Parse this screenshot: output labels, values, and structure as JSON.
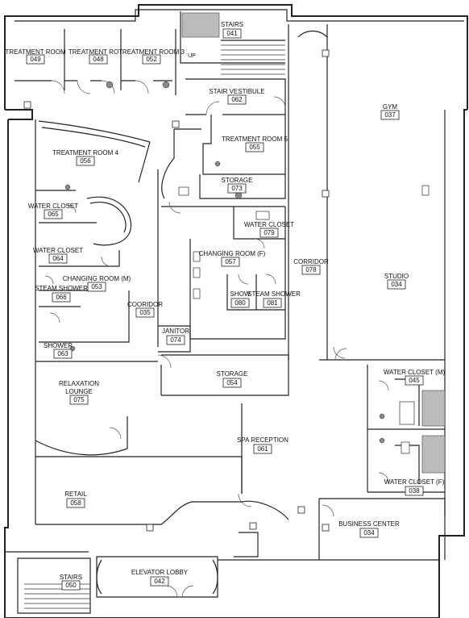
{
  "rooms": [
    {
      "key": "stairs_041",
      "name": "STAIRS",
      "number": "041"
    },
    {
      "key": "treatment_049",
      "name": "TREATMENT ROOM",
      "number": "049"
    },
    {
      "key": "treatment_048",
      "name": "TREATMENT RO",
      "number": "048"
    },
    {
      "key": "treatment_052",
      "name": "TREATMENT ROOM 3",
      "number": "052"
    },
    {
      "key": "stair_vestibule",
      "name": "STAIR VESTIBULE",
      "number": "062"
    },
    {
      "key": "gym",
      "name": "GYM",
      "number": "037"
    },
    {
      "key": "treatment_room_5",
      "name": "TREATMENT ROOM 5",
      "number": "055"
    },
    {
      "key": "treatment_room_4",
      "name": "TREATMENT ROOM 4",
      "number": "056"
    },
    {
      "key": "storage_073",
      "name": "STORAGE",
      "number": "073"
    },
    {
      "key": "water_closet_065",
      "name": "WATER CLOSET",
      "number": "065"
    },
    {
      "key": "water_closet_079",
      "name": "WATER CLOSET",
      "number": "079"
    },
    {
      "key": "water_closet_064",
      "name": "WATER CLOSET",
      "number": "064"
    },
    {
      "key": "changing_room_f",
      "name": "CHANGING ROOM (F)",
      "number": "057"
    },
    {
      "key": "corridor_078",
      "name": "CORRIDOR",
      "number": "078"
    },
    {
      "key": "changing_room_m",
      "name": "CHANGING ROOM (M)",
      "number": "053"
    },
    {
      "key": "studio",
      "name": "STUDIO",
      "number": "034"
    },
    {
      "key": "steam_shower_066",
      "name": "STEAM SHOWER",
      "number": "066"
    },
    {
      "key": "show_080",
      "name": "SHOW",
      "number": "080"
    },
    {
      "key": "steam_shower_081",
      "name": "STEAM SHOWER",
      "number": "081"
    },
    {
      "key": "cooridor_035",
      "name": "COORIDOR",
      "number": "035"
    },
    {
      "key": "janitor",
      "name": "JANITOR",
      "number": "074"
    },
    {
      "key": "shower_063",
      "name": "SHOWER",
      "number": "063"
    },
    {
      "key": "water_closet_m",
      "name": "WATER CLOSET (M)",
      "number": "045"
    },
    {
      "key": "storage_054",
      "name": "STORAGE",
      "number": "054"
    },
    {
      "key": "relaxation_lounge",
      "name": "RELAXATION LOUNGE",
      "number": "075"
    },
    {
      "key": "spa_reception",
      "name": "SPA RECEPTION",
      "number": "061"
    },
    {
      "key": "water_closet_f",
      "name": "WATER CLOSET (F)",
      "number": "038"
    },
    {
      "key": "retail",
      "name": "RETAIL",
      "number": "058"
    },
    {
      "key": "business_center",
      "name": "BUSINESS CENTER",
      "number": "034"
    },
    {
      "key": "stairs_050",
      "name": "STAIRS",
      "number": "050"
    },
    {
      "key": "elevator_lobby",
      "name": "ELEVATOR LOBBY",
      "number": "042"
    }
  ],
  "annotations": {
    "up": "UP",
    "relaxation_line1": "RELAXATION",
    "relaxation_line2": "LOUNGE"
  }
}
